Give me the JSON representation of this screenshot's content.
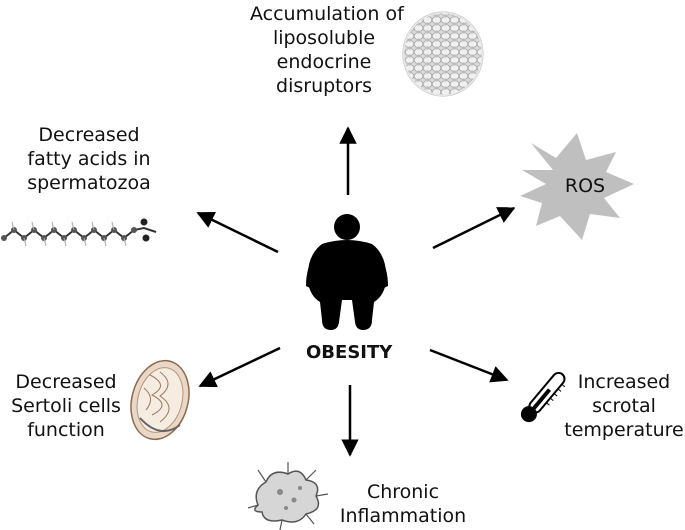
{
  "center": {
    "label": "OBESITY"
  },
  "nodes": [
    {
      "id": "endocrine",
      "lines": [
        "Accumulation of",
        "liposoluble",
        "endocrine",
        "disruptors"
      ],
      "icon": "fat-cells-icon"
    },
    {
      "id": "fatty",
      "lines": [
        "Decreased",
        "fatty acids in",
        "spermatozoa"
      ],
      "icon": "fatty-acid-chain-icon"
    },
    {
      "id": "ros",
      "lines": [
        "ROS"
      ],
      "icon": "starburst-icon"
    },
    {
      "id": "sertoli",
      "lines": [
        "Decreased",
        "Sertoli cells",
        "function"
      ],
      "icon": "testis-cross-section-icon"
    },
    {
      "id": "temperature",
      "lines": [
        "Increased",
        "scrotal",
        "temperature"
      ],
      "icon": "thermometer-icon"
    },
    {
      "id": "inflammation",
      "lines": [
        "Chronic",
        "Inflammation"
      ],
      "icon": "macrophage-icon"
    }
  ],
  "colors": {
    "arrow": "#000000",
    "starburst": "#bfbfbf",
    "icon_gray": "#8a8a8a"
  }
}
